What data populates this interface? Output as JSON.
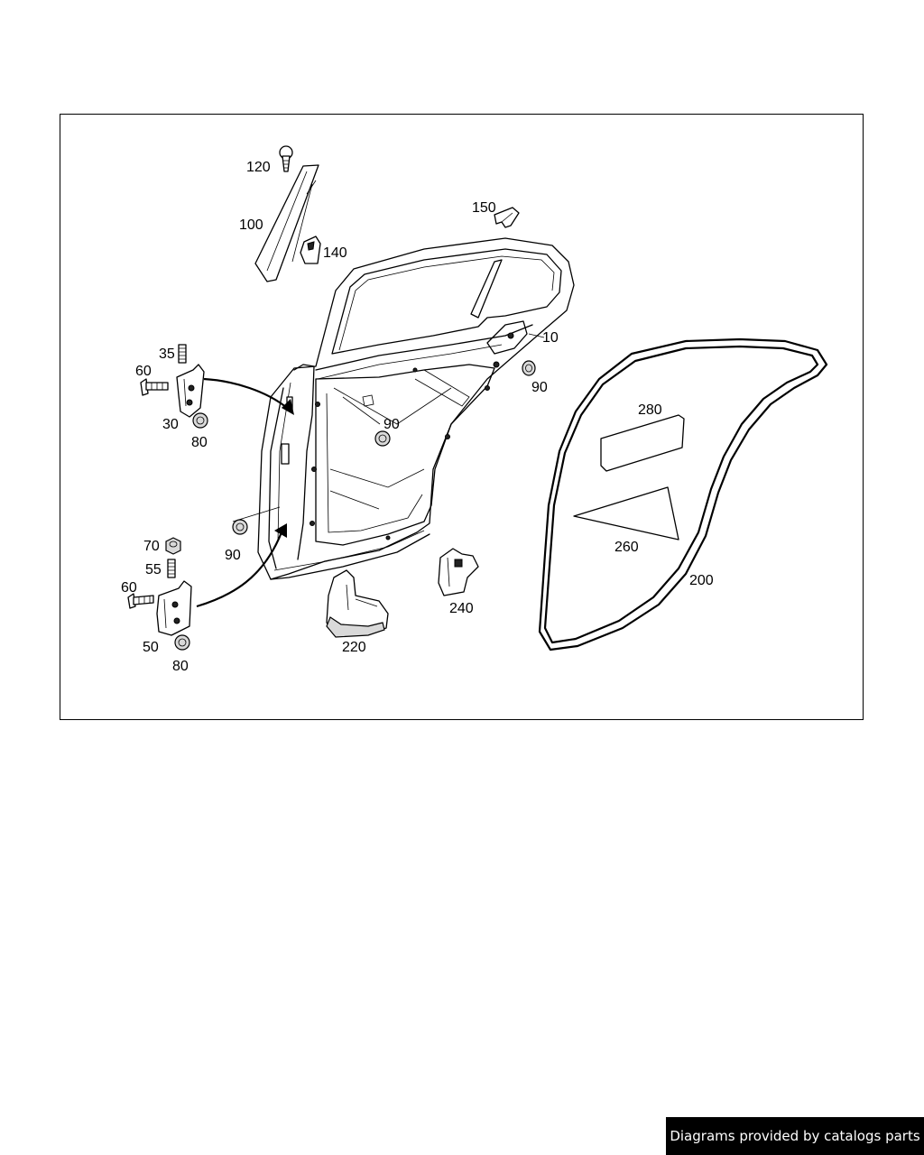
{
  "callouts": {
    "c10": "10",
    "c30": "30",
    "c35": "35",
    "c50": "50",
    "c55": "55",
    "c60a": "60",
    "c60b": "60",
    "c70": "70",
    "c80a": "80",
    "c80b": "80",
    "c90a": "90",
    "c90b": "90",
    "c90c": "90",
    "c100": "100",
    "c120": "120",
    "c140": "140",
    "c150": "150",
    "c200": "200",
    "c220": "220",
    "c240": "240",
    "c260": "260",
    "c280": "280"
  },
  "footer": {
    "credit": "Diagrams provided by catalogs parts"
  },
  "colors": {
    "line": "#000000",
    "background": "#ffffff",
    "badge_background": "#000000",
    "badge_text": "#ffffff"
  }
}
